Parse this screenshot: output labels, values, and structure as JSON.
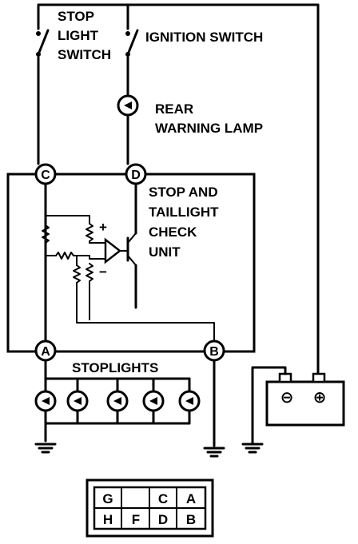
{
  "labels": {
    "stop_light_switch": [
      "STOP",
      "LIGHT",
      "SWITCH"
    ],
    "ignition_switch": "IGNITION SWITCH",
    "rear_warning_lamp": [
      "REAR",
      "WARNING LAMP"
    ],
    "check_unit": [
      "STOP AND",
      "TAILLIGHT",
      "CHECK",
      "UNIT"
    ],
    "stoplights": "STOPLIGHTS",
    "plus": "+",
    "minus": "−"
  },
  "terminals": {
    "c": "C",
    "d": "D",
    "a": "A",
    "b": "B"
  },
  "battery": {
    "negative": "⊖",
    "positive": "⊕"
  },
  "connector_pins": {
    "row1": [
      "G",
      "",
      "C",
      "A"
    ],
    "row2": [
      "H",
      "F",
      "D",
      "B"
    ]
  }
}
